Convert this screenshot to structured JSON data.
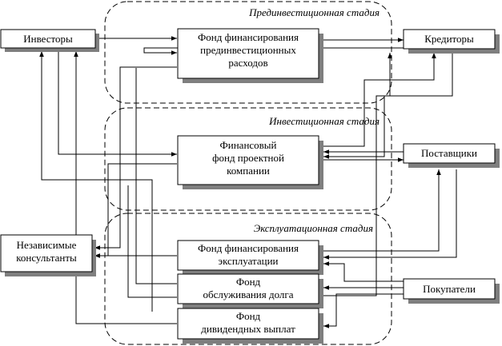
{
  "stages": {
    "pre_investment": "Прединвестиционная стадия",
    "investment": "Инвестиционная стадия",
    "operation": "Эксплуатационная стадия"
  },
  "nodes": {
    "investors": [
      "Инвесторы"
    ],
    "pre_fund": [
      "Фонд финансирования",
      "прединвестиционных",
      "расходов"
    ],
    "creditors": [
      "Кредиторы"
    ],
    "project_fund": [
      "Финансовый",
      "фонд проектной",
      "компании"
    ],
    "suppliers": [
      "Поставщики"
    ],
    "consultants": [
      "Независимые",
      "консультанты"
    ],
    "operation_fund": [
      "Фонд финансирования",
      "эксплуатации"
    ],
    "debt_fund": [
      "Фонд",
      "обслуживания долга"
    ],
    "buyers": [
      "Покупатели"
    ],
    "dividend_fund": [
      "Фонд",
      "дивидендных выплат"
    ]
  },
  "colors": {
    "line": "#000000",
    "shadow": "#7f7f7f",
    "box_fill": "#ffffff"
  }
}
